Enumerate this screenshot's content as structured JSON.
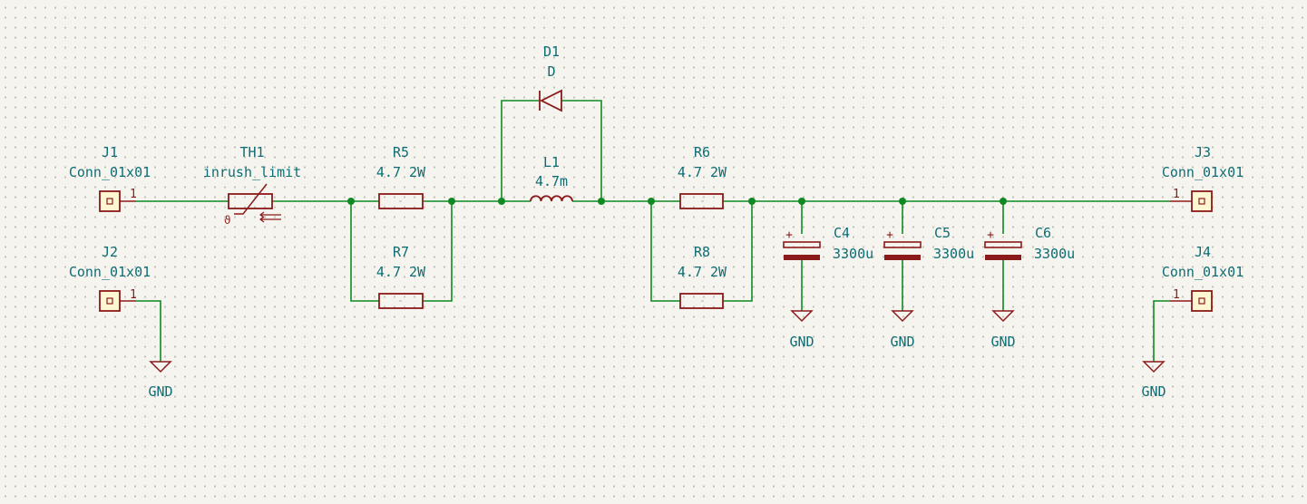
{
  "components": {
    "J1": {
      "ref": "J1",
      "value": "Conn_01x01",
      "pin": "1"
    },
    "J2": {
      "ref": "J2",
      "value": "Conn_01x01",
      "pin": "1"
    },
    "J3": {
      "ref": "J3",
      "value": "Conn_01x01",
      "pin": "1"
    },
    "J4": {
      "ref": "J4",
      "value": "Conn_01x01",
      "pin": "1"
    },
    "TH1": {
      "ref": "TH1",
      "value": "inrush_limit"
    },
    "R5": {
      "ref": "R5",
      "value": "4.7 2W"
    },
    "R6": {
      "ref": "R6",
      "value": "4.7 2W"
    },
    "R7": {
      "ref": "R7",
      "value": "4.7 2W"
    },
    "R8": {
      "ref": "R8",
      "value": "4.7 2W"
    },
    "D1": {
      "ref": "D1",
      "value": "D"
    },
    "L1": {
      "ref": "L1",
      "value": "4.7m"
    },
    "C4": {
      "ref": "C4",
      "value": "3300u",
      "polarity": "+"
    },
    "C5": {
      "ref": "C5",
      "value": "3300u",
      "polarity": "+"
    },
    "C6": {
      "ref": "C6",
      "value": "3300u",
      "polarity": "+"
    }
  },
  "power": {
    "gnd_label": "GND"
  },
  "colors": {
    "background": "#f5f4ef",
    "wire": "#0f8a22",
    "symbol": "#8b1a1a",
    "symbol_fill": "#fff6d2",
    "text": "#0d6d74"
  }
}
